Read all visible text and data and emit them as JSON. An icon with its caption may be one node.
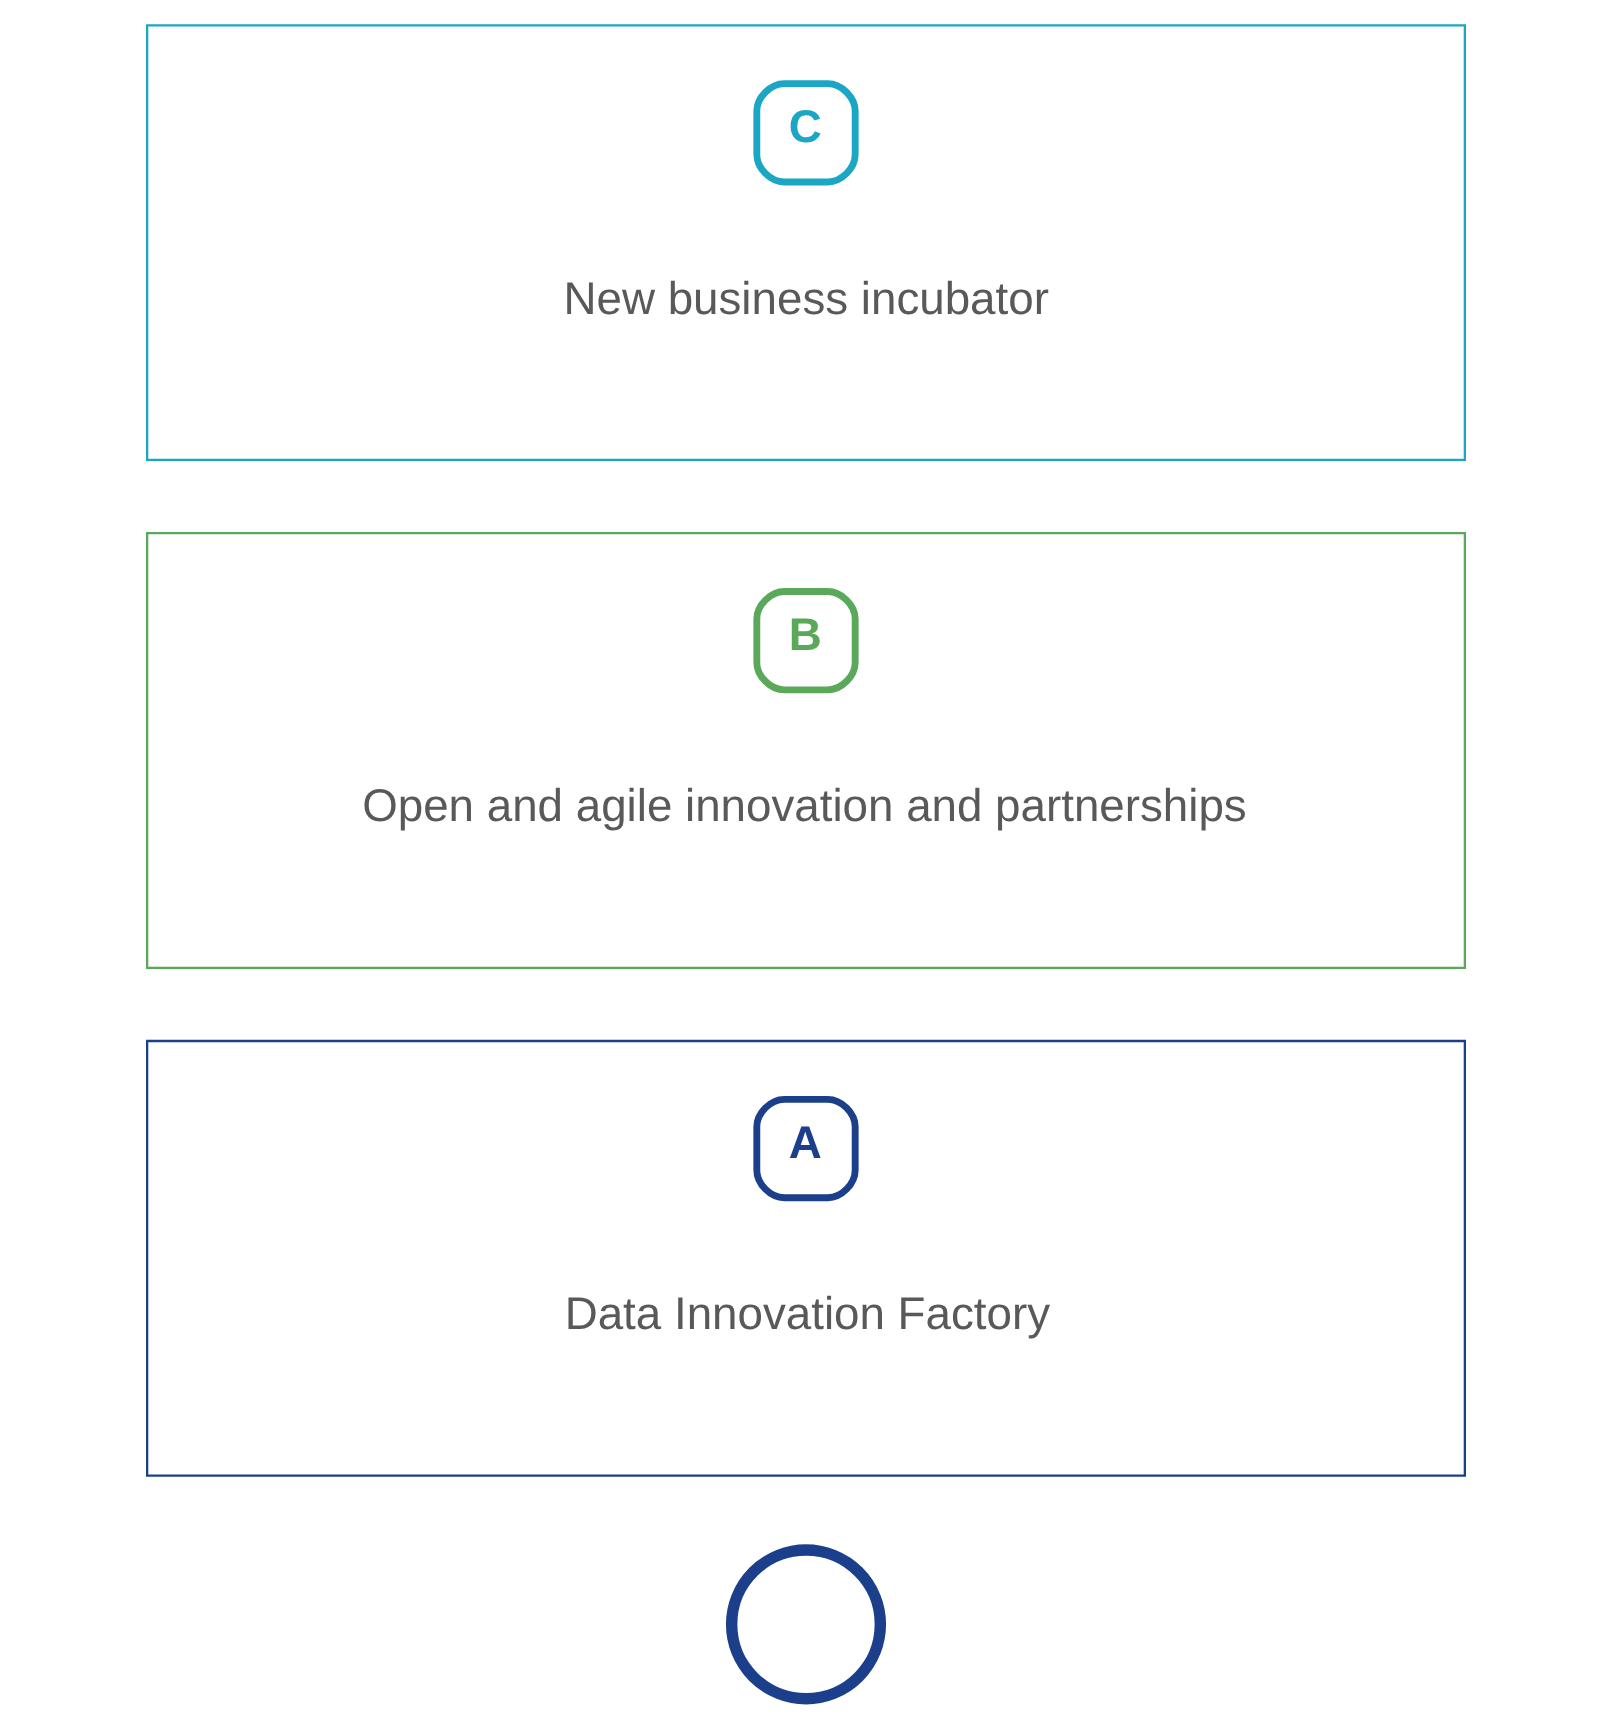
{
  "diagram": {
    "nodes": [
      {
        "text": [],
        "shape": "circle"
      },
      {
        "text": [
          "A",
          "Data Innovation Factory"
        ]
      },
      {
        "text": [
          "B",
          "Open and agile innovation and partnerships"
        ]
      },
      {
        "text": [
          "C",
          "New business incubator"
        ]
      }
    ]
  }
}
